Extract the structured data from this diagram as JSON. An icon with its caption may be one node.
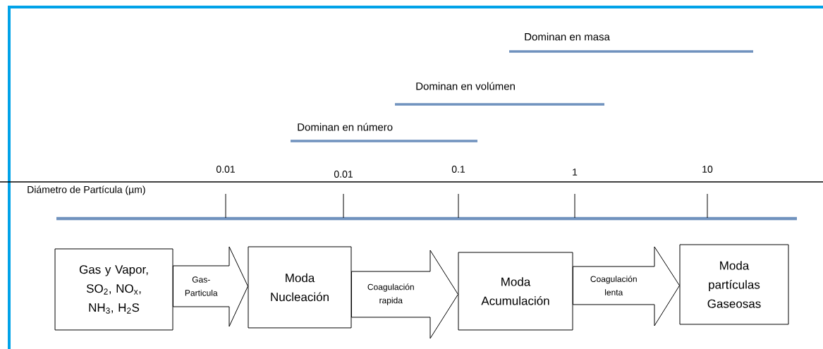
{
  "diagram": {
    "nodes": [
      {
        "text": [
          "Gas y Vapor, SO$_{2}$, NO$_{x}$, NH$_{3}$, H$_{2}$S"
        ]
      },
      {
        "text": [
          "Moda Nucleación"
        ]
      },
      {
        "text": [
          "Moda Acumulación"
        ]
      },
      {
        "text": [
          "Moda partículas Gaseosas"
        ]
      }
    ],
    "edges": [
      {
        "from": 0,
        "to": 1,
        "arrow": "to",
        "label": "Gas- Particula"
      },
      {
        "from": 1,
        "to": 2,
        "arrow": "to",
        "label": "Coagulación rapida"
      },
      {
        "from": 2,
        "to": 3,
        "arrow": "to",
        "label": "Coagulación lenta"
      }
    ],
    "labels": [
      "Dominan en masa",
      "Dominan en volúmen",
      "Dominan en número",
      "0.01",
      "0.01",
      "0.1",
      "1",
      "10",
      "Diámetro de Partícula (µm)"
    ]
  }
}
